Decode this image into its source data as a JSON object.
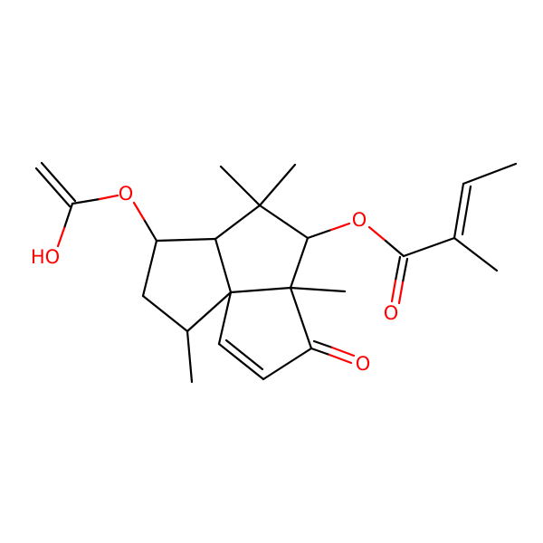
{
  "colors": {
    "carbon_bond": "#000000",
    "oxygen": "#ff0000",
    "background": "#ffffff"
  },
  "atom_labels": {
    "hydroxyl": "HO",
    "ester_oxygen_left": "O",
    "ester_oxygen_right": "O",
    "carbonyl_oxygen_ester": "O",
    "ketone_oxygen": "O"
  }
}
